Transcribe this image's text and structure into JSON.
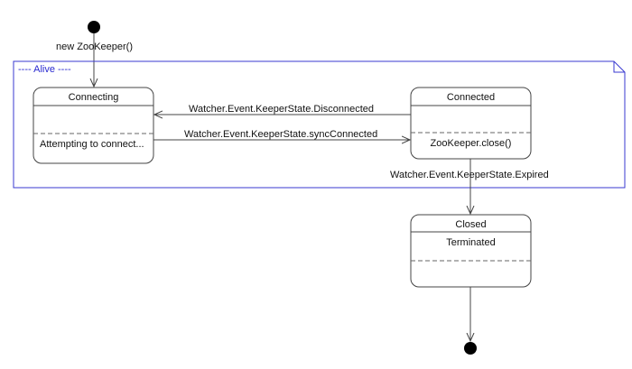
{
  "initial_label": "new ZooKeeper()",
  "region": {
    "label": "---- Alive ----"
  },
  "states": {
    "connecting": {
      "name": "Connecting",
      "activity": "Attempting to connect..."
    },
    "connected": {
      "name": "Connected",
      "activity": "ZooKeeper.close()"
    },
    "closed": {
      "name": "Closed",
      "activity": "Terminated"
    }
  },
  "transitions": {
    "disconnected": "Watcher.Event.KeeperState.Disconnected",
    "sync_connected": "Watcher.Event.KeeperState.syncConnected",
    "expired": "Watcher.Event.KeeperState.Expired"
  },
  "colors": {
    "line": "#444444",
    "region_border": "#3a3ad0",
    "region_text": "#2a2ad0",
    "dashed": "#666666"
  }
}
